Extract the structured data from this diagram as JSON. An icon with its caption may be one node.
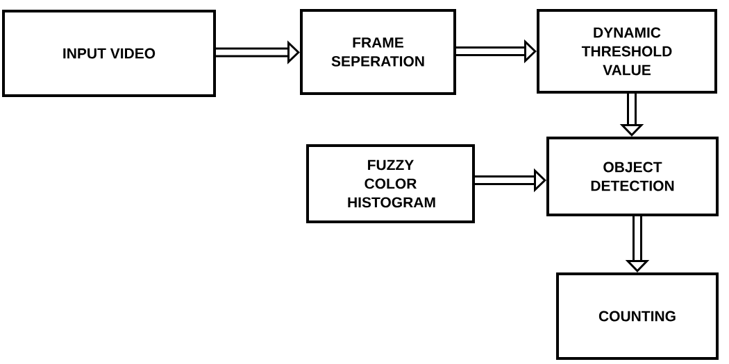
{
  "diagram": {
    "nodes": [
      {
        "text": [
          "INPUT VIDEO"
        ]
      },
      {
        "text": [
          "FRAME SEPERATION"
        ]
      },
      {
        "text": [
          "DYNAMIC THRESHOLD VALUE"
        ]
      },
      {
        "text": [
          "FUZZY COLOR HISTOGRAM"
        ]
      },
      {
        "text": [
          "OBJECT DETECTION"
        ]
      },
      {
        "text": [
          "COUNTING"
        ]
      }
    ],
    "edges": [
      {
        "from": 0,
        "to": 1,
        "arrow": "to"
      },
      {
        "from": 1,
        "to": 2,
        "arrow": "to"
      },
      {
        "from": 2,
        "to": 4,
        "arrow": "to"
      },
      {
        "from": 3,
        "to": 4,
        "arrow": "to"
      },
      {
        "from": 4,
        "to": 5,
        "arrow": "to"
      }
    ]
  }
}
